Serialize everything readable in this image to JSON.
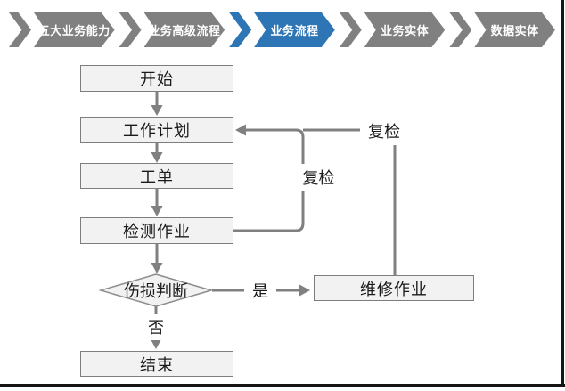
{
  "nav": {
    "active_index": 2,
    "active_color": "#2E75B6",
    "inactive_color": "#808080",
    "items": [
      {
        "label": "五大业务能力"
      },
      {
        "label": "业务高级流程"
      },
      {
        "label": "业务流程"
      },
      {
        "label": "业务实体"
      },
      {
        "label": "数据实体"
      }
    ]
  },
  "flowchart": {
    "box_fill": "#F2F2F2",
    "box_border": "#7D7D7D",
    "connector_color": "#808080",
    "nodes": [
      {
        "id": "start",
        "type": "process",
        "label": "开始"
      },
      {
        "id": "work-plan",
        "type": "process",
        "label": "工作计划"
      },
      {
        "id": "work-order",
        "type": "process",
        "label": "工单"
      },
      {
        "id": "inspection-job",
        "type": "process",
        "label": "检测作业"
      },
      {
        "id": "damage-judgment",
        "type": "decision",
        "label": "伤损判断"
      },
      {
        "id": "repair-job",
        "type": "process",
        "label": "维修作业"
      },
      {
        "id": "end",
        "type": "process",
        "label": "结束"
      }
    ],
    "edges": [
      {
        "from": "start",
        "to": "work-plan",
        "label": ""
      },
      {
        "from": "work-plan",
        "to": "work-order",
        "label": ""
      },
      {
        "from": "work-order",
        "to": "inspection-job",
        "label": ""
      },
      {
        "from": "inspection-job",
        "to": "damage-judgment",
        "label": ""
      },
      {
        "from": "damage-judgment",
        "to": "repair-job",
        "label": "是"
      },
      {
        "from": "damage-judgment",
        "to": "end",
        "label": "否"
      },
      {
        "from": "inspection-job",
        "to": "work-plan",
        "label": "复检"
      },
      {
        "from": "repair-job",
        "to": "work-plan",
        "label": "复检"
      }
    ]
  }
}
